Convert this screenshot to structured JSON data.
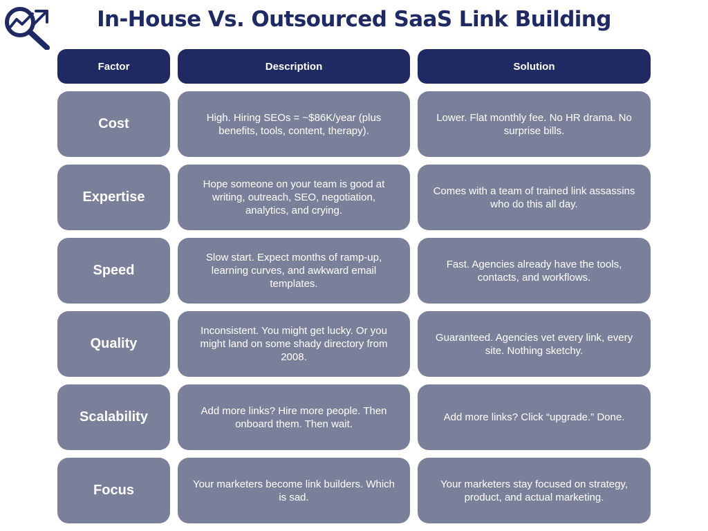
{
  "title": "In-House Vs. Outsourced SaaS Link Building",
  "logo_icon": "magnifier-trend-icon",
  "colors": {
    "header_bg": "#1f2a63",
    "cell_bg": "#7b809a",
    "title": "#1f2a63"
  },
  "table": {
    "headers": [
      "Factor",
      "Description",
      "Solution"
    ],
    "rows": [
      {
        "factor": "Cost",
        "description": "High. Hiring SEOs = ~$86K/year (plus benefits, tools, content, therapy).",
        "solution": "Lower. Flat monthly fee. No HR drama. No surprise bills."
      },
      {
        "factor": "Expertise",
        "description": "Hope someone on your team is good at writing, outreach, SEO, negotiation, analytics, and crying.",
        "solution": "Comes with a team of trained link assassins who do this all day."
      },
      {
        "factor": "Speed",
        "description": "Slow start. Expect months of ramp-up, learning curves, and awkward email templates.",
        "solution": "Fast. Agencies already have the tools, contacts, and workflows."
      },
      {
        "factor": "Quality",
        "description": "Inconsistent. You might get lucky. Or you might land on some shady directory from 2008.",
        "solution": "Guaranteed. Agencies vet every link, every site. Nothing sketchy."
      },
      {
        "factor": "Scalability",
        "description": "Add more links? Hire more people. Then onboard them. Then wait.",
        "solution": "Add more links? Click “upgrade.” Done."
      },
      {
        "factor": "Focus",
        "description": "Your marketers become link builders. Which is sad.",
        "solution": "Your marketers stay focused on strategy, product, and actual marketing."
      }
    ]
  }
}
